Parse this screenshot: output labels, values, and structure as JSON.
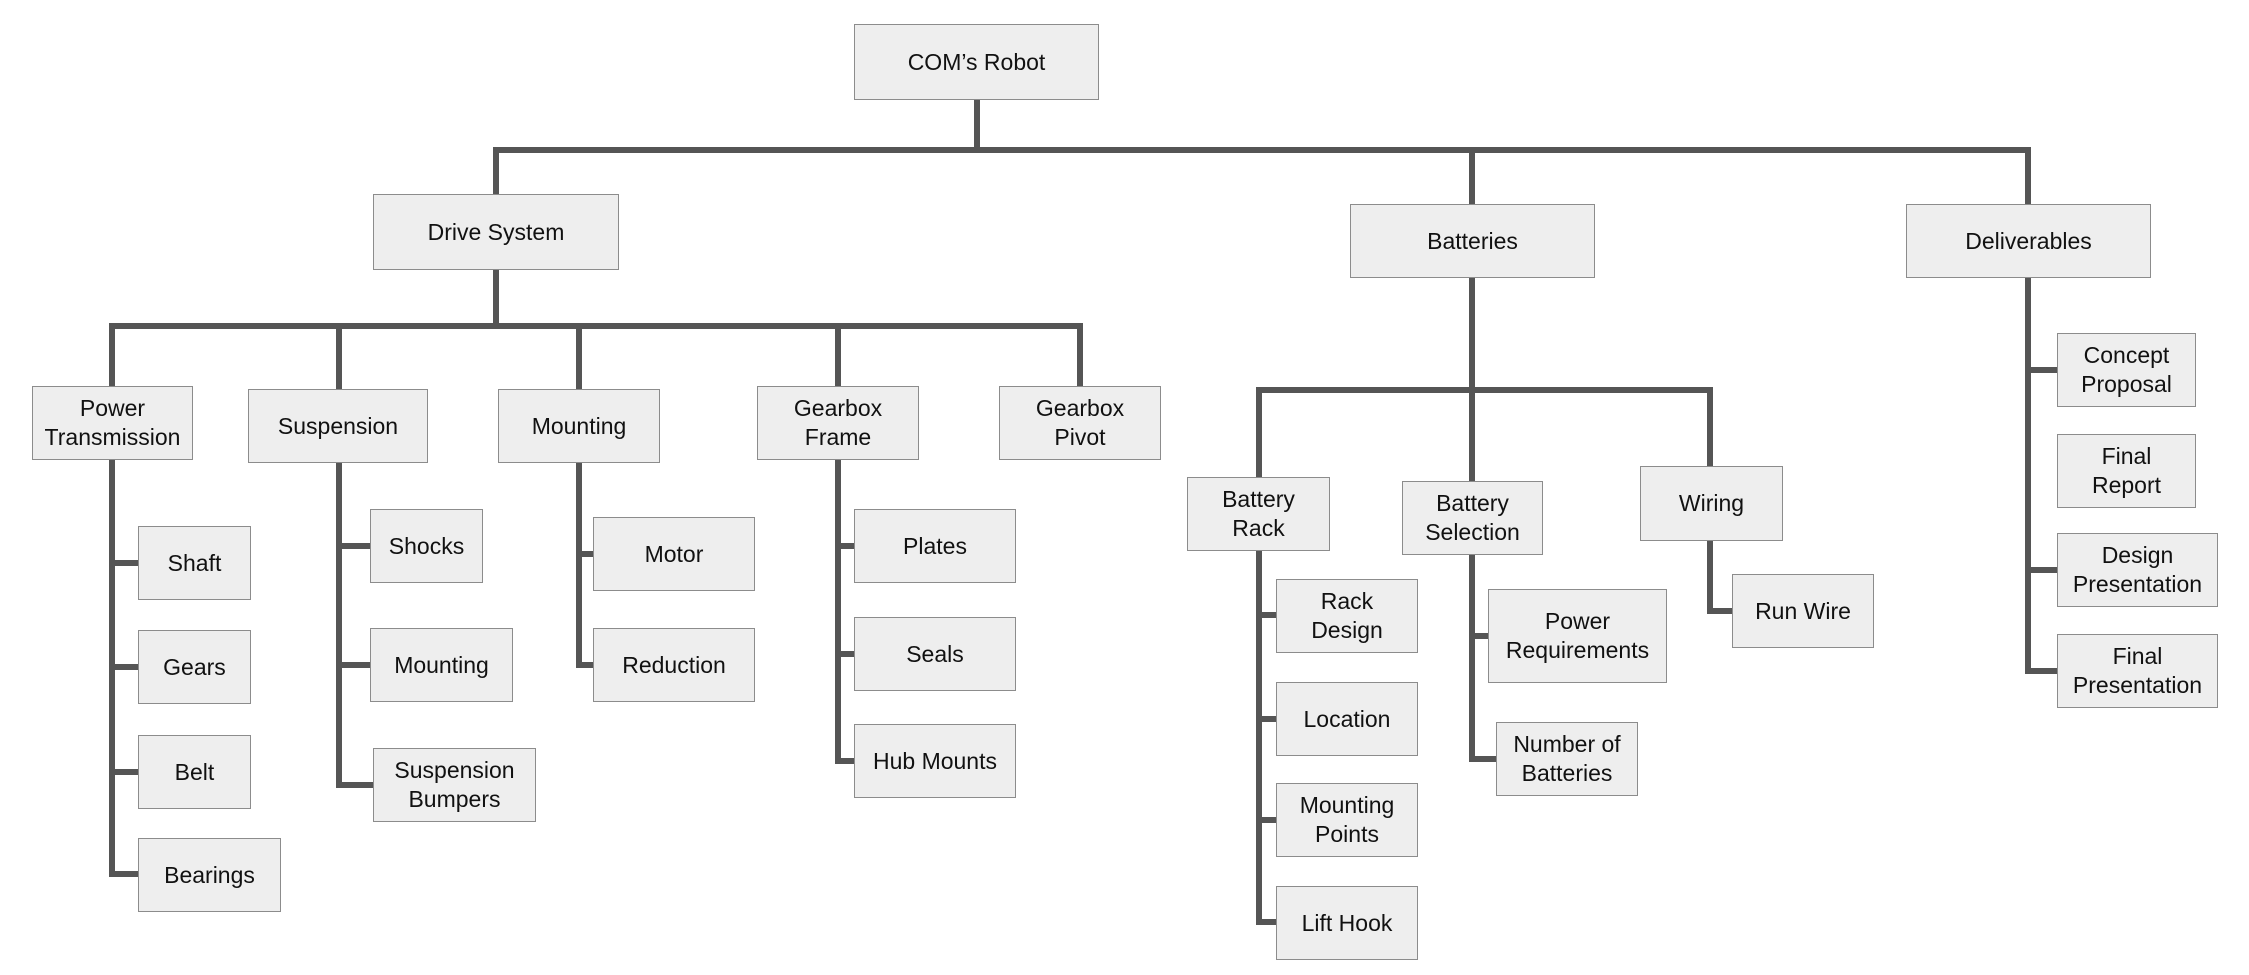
{
  "colors": {
    "box_fill": "#eeeeee",
    "box_border": "#8c8c8c",
    "connector": "#555555",
    "text": "#111111"
  },
  "diagram": {
    "root": "COM’s Robot",
    "drive_system": {
      "label": "Drive System",
      "power_transmission": {
        "label": "Power\nTransmission",
        "children": [
          "Shaft",
          "Gears",
          "Belt",
          "Bearings"
        ]
      },
      "suspension": {
        "label": "Suspension",
        "children": [
          "Shocks",
          "Mounting",
          "Suspension\nBumpers"
        ]
      },
      "mounting": {
        "label": "Mounting",
        "children": [
          "Motor",
          "Reduction"
        ]
      },
      "gearbox_frame": {
        "label": "Gearbox\nFrame",
        "children": [
          "Plates",
          "Seals",
          "Hub Mounts"
        ]
      },
      "gearbox_pivot": {
        "label": "Gearbox\nPivot"
      }
    },
    "batteries": {
      "label": "Batteries",
      "battery_rack": {
        "label": "Battery\nRack",
        "children": [
          "Rack\nDesign",
          "Location",
          "Mounting\nPoints",
          "Lift Hook"
        ]
      },
      "battery_selection": {
        "label": "Battery\nSelection",
        "children": [
          "Power\nRequirements",
          "Number of\nBatteries"
        ]
      },
      "wiring": {
        "label": "Wiring",
        "children": [
          "Run Wire"
        ]
      }
    },
    "deliverables": {
      "label": "Deliverables",
      "children": [
        "Concept\nProposal",
        "Final\nReport",
        "Design\nPresentation",
        "Final\nPresentation"
      ]
    }
  }
}
